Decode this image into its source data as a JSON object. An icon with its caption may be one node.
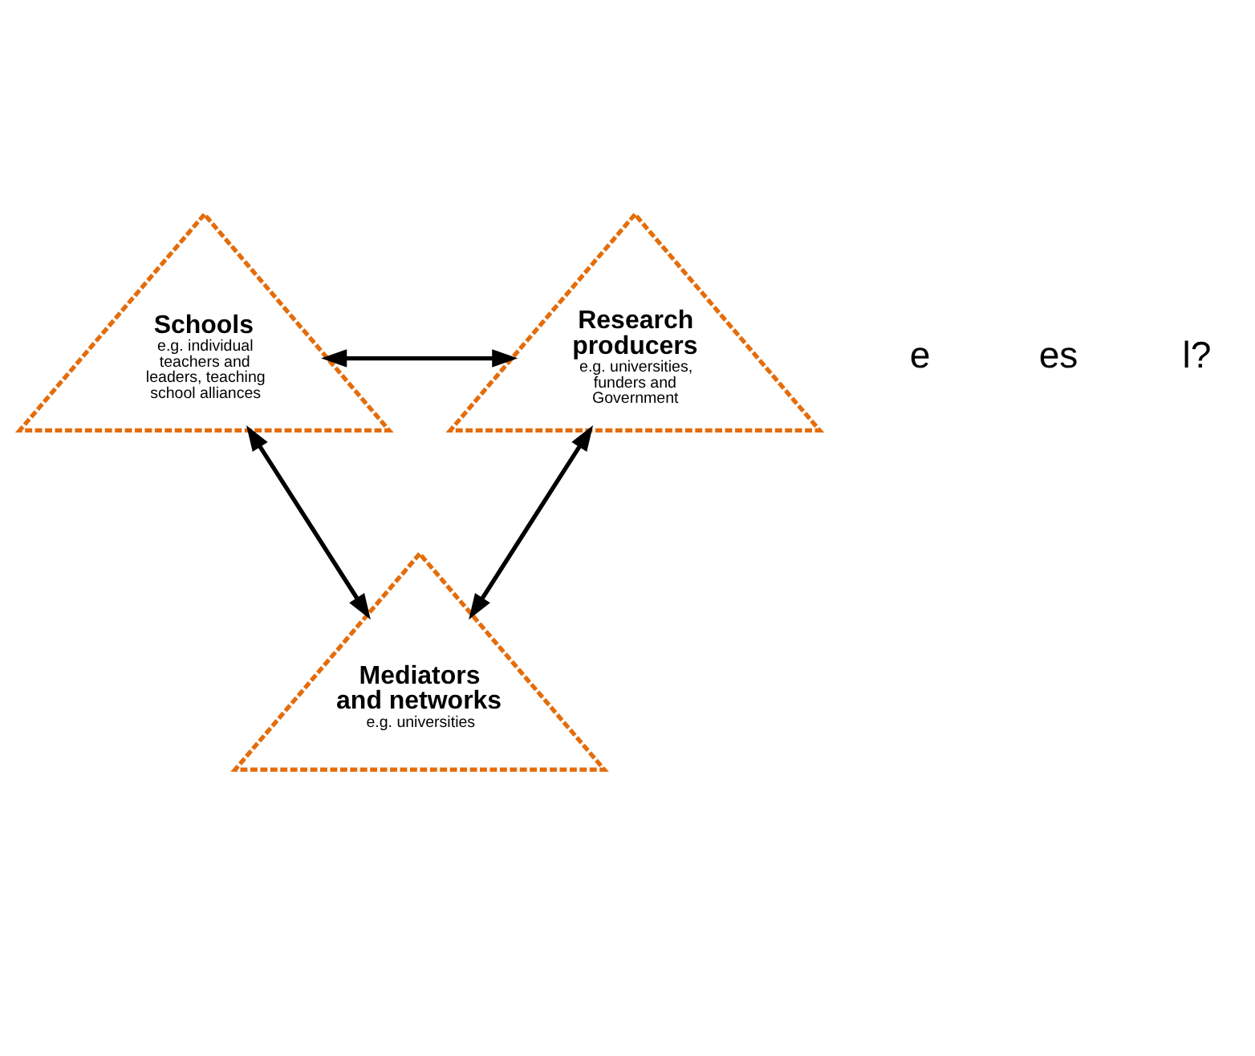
{
  "diagram": {
    "nodes": [
      {
        "text": [
          "Schools",
          "e.g. individual teachers and leaders, teaching school alliances"
        ]
      },
      {
        "text": [
          "Research producers",
          "e.g. universities, funders and Government"
        ]
      },
      {
        "text": [
          "Mediators and networks",
          "e.g. universities"
        ]
      }
    ],
    "edges": [
      {
        "from": 0,
        "to": 1,
        "arrow": "both"
      },
      {
        "from": 0,
        "to": 2,
        "arrow": "both"
      },
      {
        "from": 1,
        "to": 2,
        "arrow": "both"
      }
    ],
    "labels": [
      "e",
      "es",
      "l?"
    ]
  }
}
